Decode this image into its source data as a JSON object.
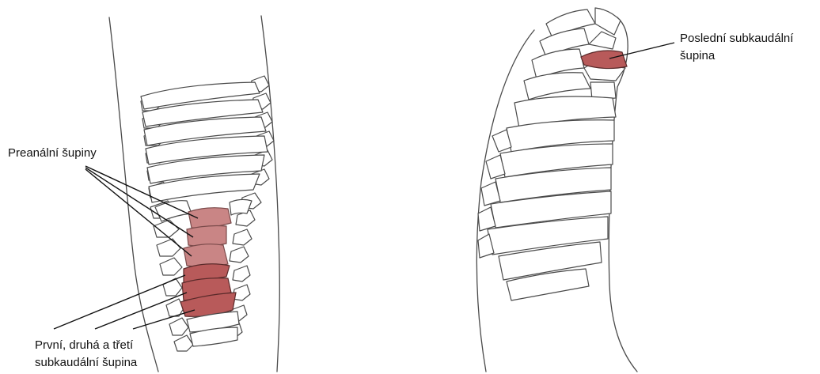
{
  "labels": {
    "preanal": "Preanální šupiny",
    "subcaudal_line1": "První, druhá a třetí",
    "subcaudal_line2": "subkaudální šupina",
    "last_line1": "Poslední subkaudální",
    "last_line2": "šupina"
  },
  "colors": {
    "preanal_fill": "#c98585",
    "subcaudal_fill": "#b85a5a",
    "outline": "#4a4a4a",
    "background": "#ffffff"
  }
}
